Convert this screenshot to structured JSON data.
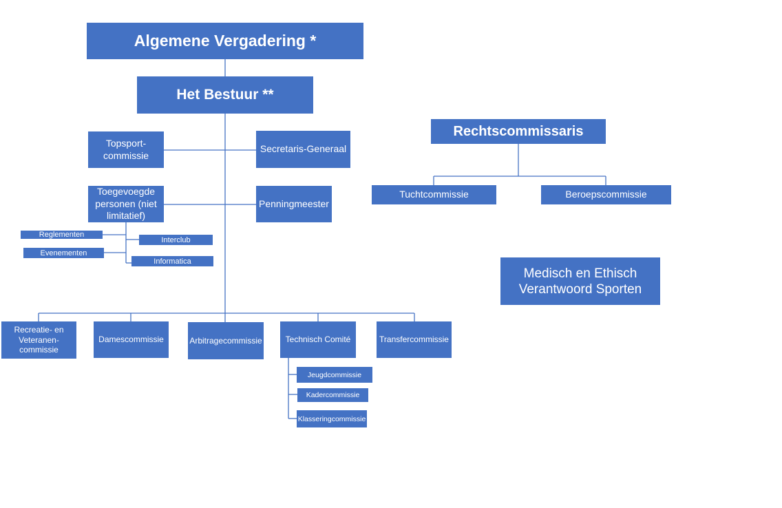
{
  "colors": {
    "box_fill": "#4472C4",
    "box_text": "#FFFFFF",
    "connector": "#4472C4"
  },
  "top": {
    "algemene_vergadering": "Algemene Vergadering *",
    "bestuur": "Het Bestuur **"
  },
  "bestuur_branches": {
    "topsport": [
      "Topsport-",
      "commissie"
    ],
    "secretaris_generaal": "Secretaris-Generaal",
    "toegevoegde_personen": [
      "Toegevoegde",
      "personen (niet",
      "limitatief)"
    ],
    "penningmeester": "Penningmeester"
  },
  "toegevoegde_sub": {
    "reglementen": "Reglementen",
    "interclub": "Interclub",
    "evenementen": "Evenementen",
    "informatica": "Informatica"
  },
  "commissies": {
    "recreatie_veteranen": [
      "Recreatie- en",
      "Veteranen-",
      "commissie"
    ],
    "dames": "Damescommissie",
    "arbitrage": "Arbitragecommissie",
    "technisch_comite": "Technisch Comité",
    "transfer": "Transfercommissie"
  },
  "technisch_comite_sub": {
    "jeugd": "Jeugdcommissie",
    "kader": "Kadercommissie",
    "klassering": "Klasseringcommissie"
  },
  "recht": {
    "rechtscommissaris": "Rechtscommissaris",
    "tucht": "Tuchtcommissie",
    "beroep": "Beroepscommissie"
  },
  "medisch_ethisch": [
    "Medisch en Ethisch",
    "Verantwoord Sporten"
  ]
}
